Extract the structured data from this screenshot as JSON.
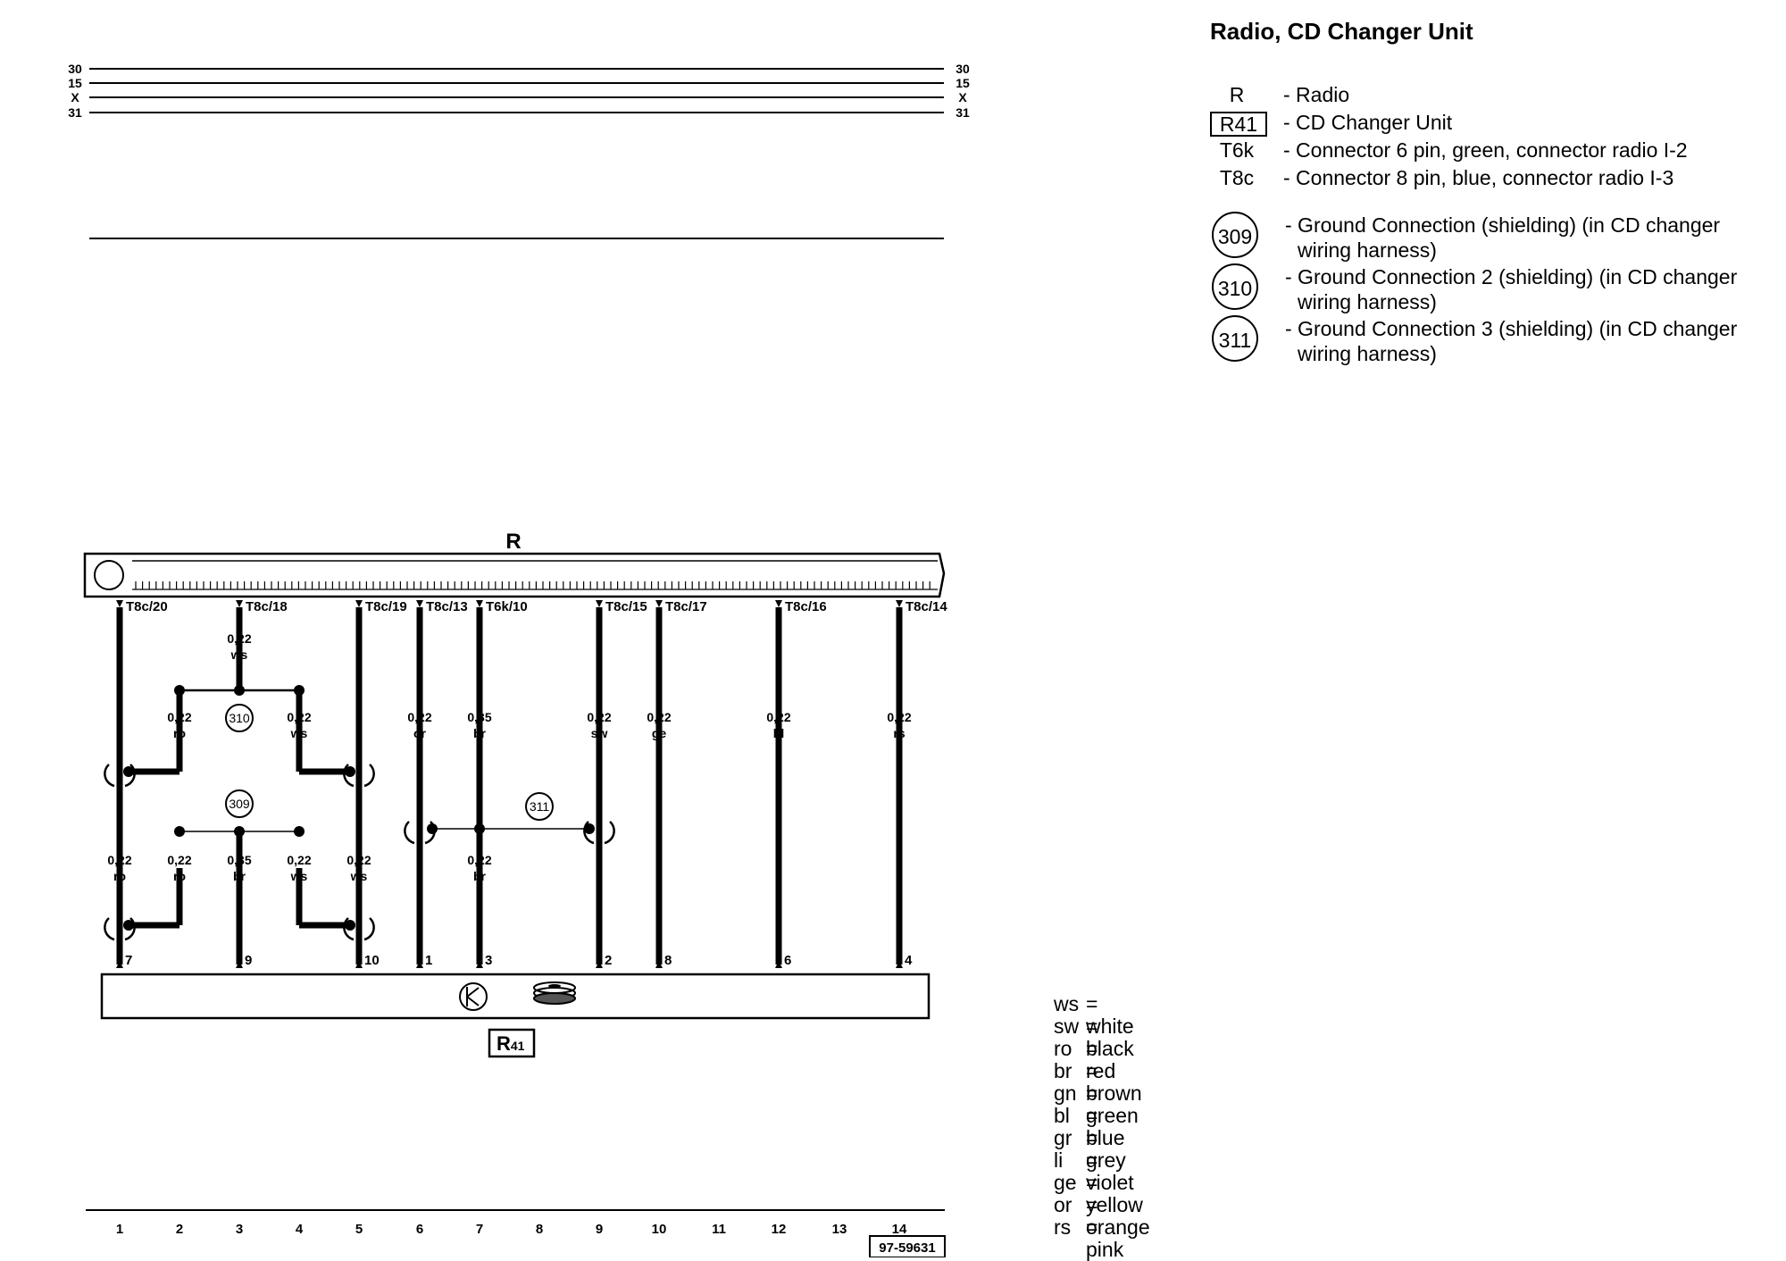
{
  "title": "Radio, CD Changer Unit",
  "supply_rails": [
    "30",
    "15",
    "X",
    "31"
  ],
  "radio_label": "R",
  "changer_label_main": "R",
  "changer_label_sub": "41",
  "diagram_number": "97-59631",
  "legend": [
    {
      "code": "R",
      "boxed": false,
      "desc": "- Radio"
    },
    {
      "code": "R41",
      "boxed": true,
      "desc": "- CD Changer Unit"
    },
    {
      "code": "T6k",
      "boxed": false,
      "desc": "- Connector 6 pin, green, connector radio I-2"
    },
    {
      "code": "T8c",
      "boxed": false,
      "desc": "- Connector 8 pin, blue, connector radio I-3"
    }
  ],
  "ground_legend": [
    {
      "code": "309",
      "line1": "- Ground Connection (shielding) (in CD changer",
      "line2": "wiring harness)"
    },
    {
      "code": "310",
      "line1": "- Ground Connection 2 (shielding) (in CD changer",
      "line2": "wiring harness)"
    },
    {
      "code": "311",
      "line1": "- Ground Connection 3 (shielding) (in CD changer",
      "line2": "wiring harness)"
    }
  ],
  "color_key": [
    {
      "abbr": "ws",
      "name": "= white"
    },
    {
      "abbr": "sw",
      "name": "= black"
    },
    {
      "abbr": "ro",
      "name": "= red"
    },
    {
      "abbr": "br",
      "name": "= brown"
    },
    {
      "abbr": "gn",
      "name": "= green"
    },
    {
      "abbr": "bl",
      "name": "= blue"
    },
    {
      "abbr": "gr",
      "name": "= grey"
    },
    {
      "abbr": "li",
      "name": "= violet"
    },
    {
      "abbr": "ge",
      "name": "= yellow"
    },
    {
      "abbr": "or",
      "name": "= orange"
    },
    {
      "abbr": "rs",
      "name": "= pink"
    }
  ],
  "top_connectors": [
    "T8c/20",
    "T8c/18",
    "T8c/19",
    "T8c/13",
    "T6k/10",
    "T8c/15",
    "T8c/17",
    "T8c/16",
    "T8c/14"
  ],
  "upper_wires": [
    {
      "size": "0,22",
      "color": "ws"
    },
    {
      "size": "0,22",
      "color": "ro"
    },
    {
      "size": "0,22",
      "color": "ws"
    },
    {
      "size": "0,22",
      "color": "or"
    },
    {
      "size": "0,35",
      "color": "br"
    },
    {
      "size": "0,22",
      "color": "sw"
    },
    {
      "size": "0,22",
      "color": "ge"
    },
    {
      "size": "0,22",
      "color": "bl"
    },
    {
      "size": "0,22",
      "color": "rs"
    }
  ],
  "lower_wires": [
    {
      "size": "0,22",
      "color": "ro"
    },
    {
      "size": "0,22",
      "color": "ro"
    },
    {
      "size": "0,35",
      "color": "br"
    },
    {
      "size": "0,22",
      "color": "ws"
    },
    {
      "size": "0,22",
      "color": "ws"
    },
    {
      "size": "0,22",
      "color": "br"
    }
  ],
  "ground_points": [
    "310",
    "309",
    "311"
  ],
  "bottom_pins": [
    "7",
    "9",
    "10",
    "1",
    "3",
    "2",
    "8",
    "6",
    "4"
  ],
  "grid_numbers": [
    "1",
    "2",
    "3",
    "4",
    "5",
    "6",
    "7",
    "8",
    "9",
    "10",
    "11",
    "12",
    "13",
    "14"
  ]
}
